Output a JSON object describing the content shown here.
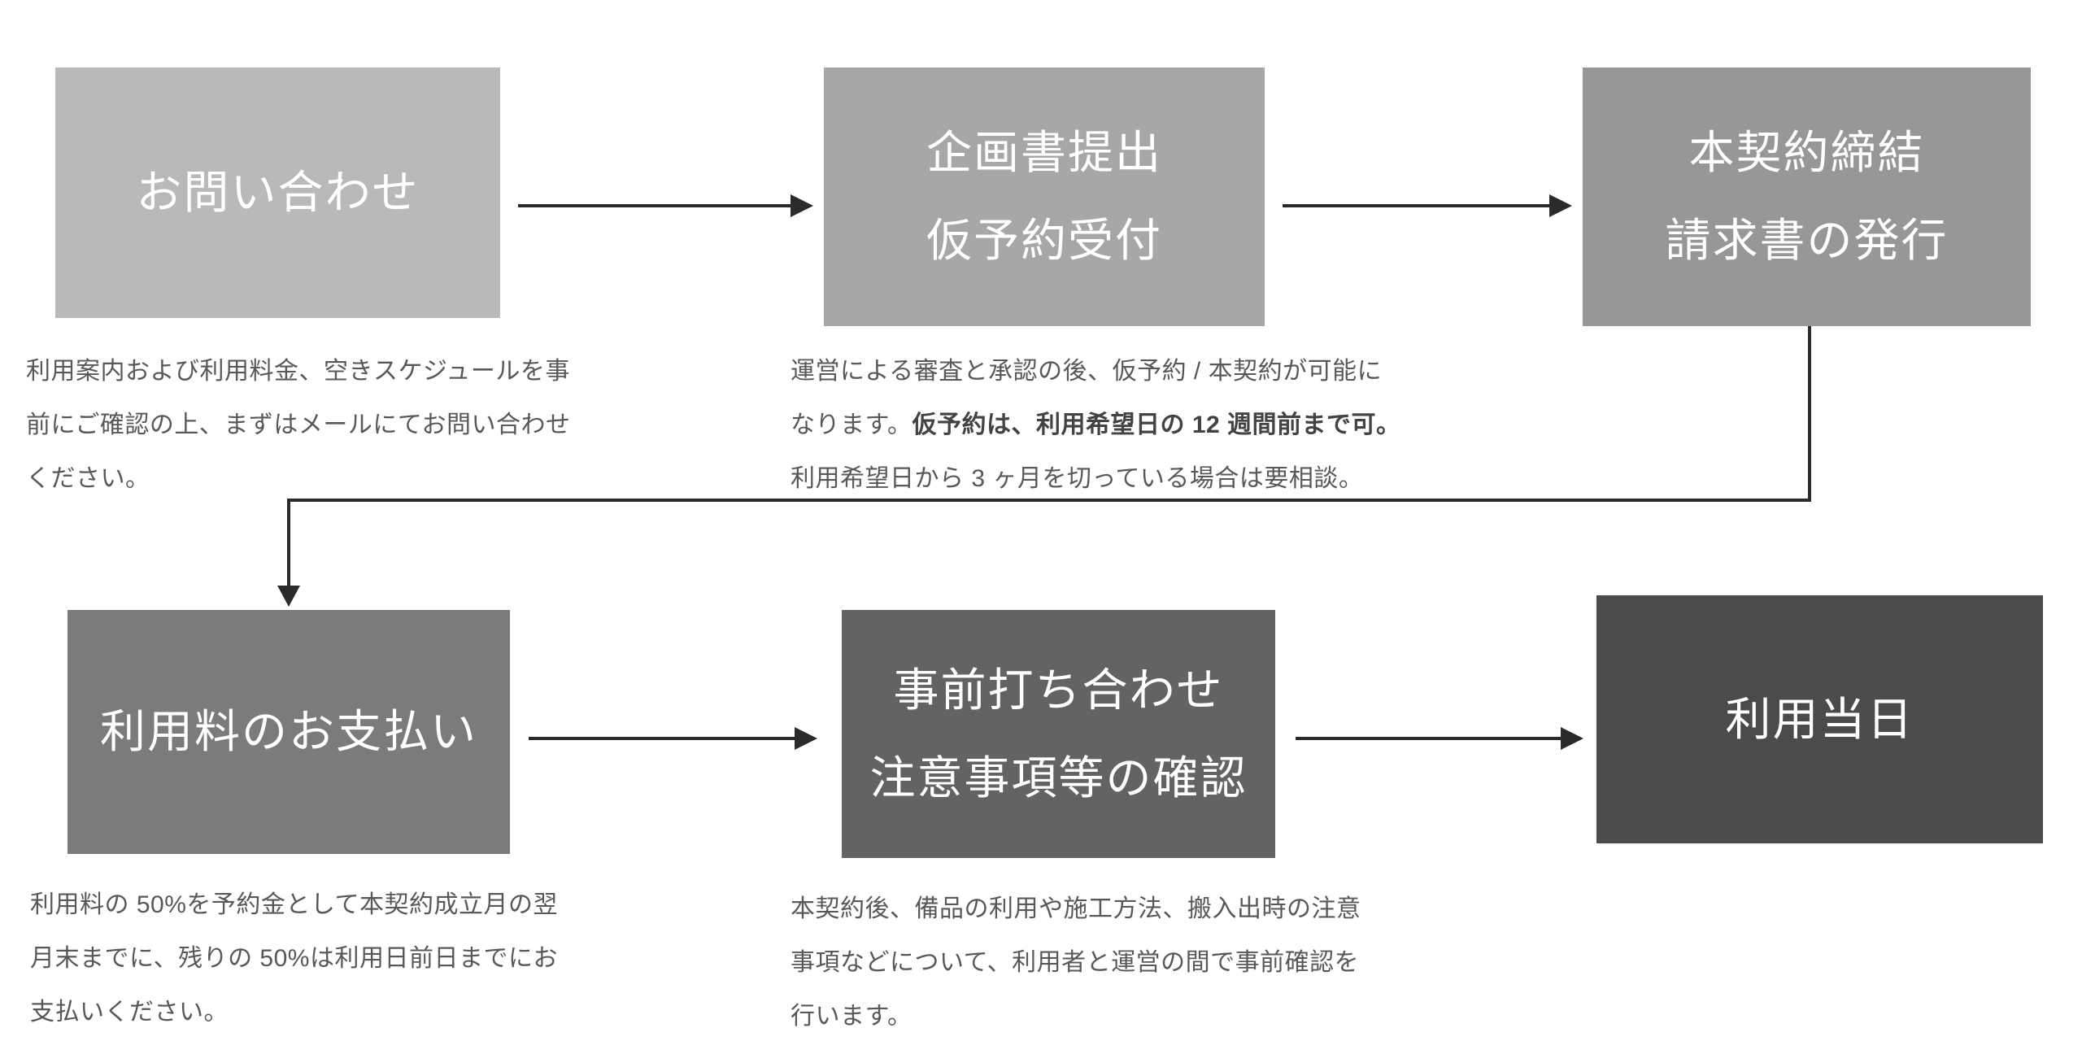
{
  "colors": {
    "background": "#ffffff",
    "arrow": "#2b2b2b",
    "label_text": "#ffffff",
    "body_text": "#58585a",
    "body_text_strong": "#434345"
  },
  "steps": [
    {
      "label": "お問い合わせ",
      "bg": "#b9b9bb",
      "description": "利用案内および利用料金、空きスケジュールを事\n前にご確認の上、まずはメールにてお問い合わせ\nください。"
    },
    {
      "label": "企画書提出\n仮予約受付",
      "bg": "#a7a7a9",
      "description_pre": "運営による審査と承認の後、仮予約 / 本契約が可能に\nなります。",
      "description_bold": "仮予約は、利用希望日の 12 週間前まで可。",
      "description_post": "\n利用希望日から 3 ヶ月を切っている場合は要相談。"
    },
    {
      "label": "本契約締結\n請求書の発行",
      "bg": "#97979a"
    },
    {
      "label": "利用料のお支払い",
      "bg": "#7b7b7d",
      "description": "利用料の 50%を予約金として本契約成立月の翌\n月末までに、残りの 50%は利用日前日までにお\n支払いください。"
    },
    {
      "label": "事前打ち合わせ\n注意事項等の確認",
      "bg": "#636366",
      "description": "本契約後、備品の利用や施工方法、搬入出時の注意\n事項などについて、利用者と運営の間で事前確認を\n行います。"
    },
    {
      "label": "利用当日",
      "bg": "#4b4b4d"
    }
  ]
}
